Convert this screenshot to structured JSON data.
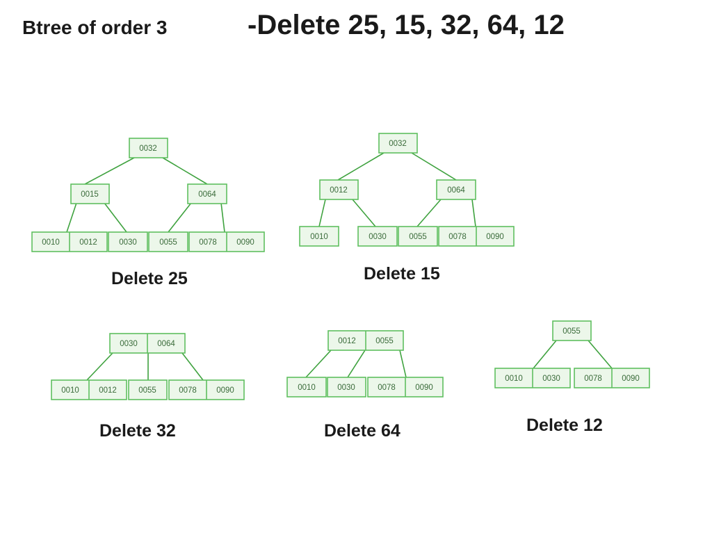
{
  "header": {
    "title_left": "Btree of order 3",
    "title_right": "-Delete 25, 15, 32, 64, 12"
  },
  "trees": [
    {
      "caption": "Delete 25",
      "root": {
        "keys": [
          "0032"
        ]
      },
      "middle": [
        {
          "keys": [
            "0015"
          ]
        },
        {
          "keys": [
            "0064"
          ]
        }
      ],
      "leaves": [
        {
          "keys": [
            "0010",
            "0012"
          ]
        },
        {
          "keys": [
            "0030"
          ]
        },
        {
          "keys": [
            "0055"
          ]
        },
        {
          "keys": [
            "0078",
            "0090"
          ]
        }
      ]
    },
    {
      "caption": "Delete 15",
      "root": {
        "keys": [
          "0032"
        ]
      },
      "middle": [
        {
          "keys": [
            "0012"
          ]
        },
        {
          "keys": [
            "0064"
          ]
        }
      ],
      "leaves": [
        {
          "keys": [
            "0010"
          ]
        },
        {
          "keys": [
            "0030"
          ]
        },
        {
          "keys": [
            "0055"
          ]
        },
        {
          "keys": [
            "0078",
            "0090"
          ]
        }
      ]
    },
    {
      "caption": "Delete 32",
      "root": {
        "keys": [
          "0030",
          "0064"
        ]
      },
      "leaves": [
        {
          "keys": [
            "0010",
            "0012"
          ]
        },
        {
          "keys": [
            "0055"
          ]
        },
        {
          "keys": [
            "0078",
            "0090"
          ]
        }
      ]
    },
    {
      "caption": "Delete 64",
      "root": {
        "keys": [
          "0012",
          "0055"
        ]
      },
      "leaves": [
        {
          "keys": [
            "0010"
          ]
        },
        {
          "keys": [
            "0030"
          ]
        },
        {
          "keys": [
            "0078",
            "0090"
          ]
        }
      ]
    },
    {
      "caption": "Delete 12",
      "root": {
        "keys": [
          "0055"
        ]
      },
      "leaves": [
        {
          "keys": [
            "0010",
            "0030"
          ]
        },
        {
          "keys": [
            "0078",
            "0090"
          ]
        }
      ]
    }
  ]
}
